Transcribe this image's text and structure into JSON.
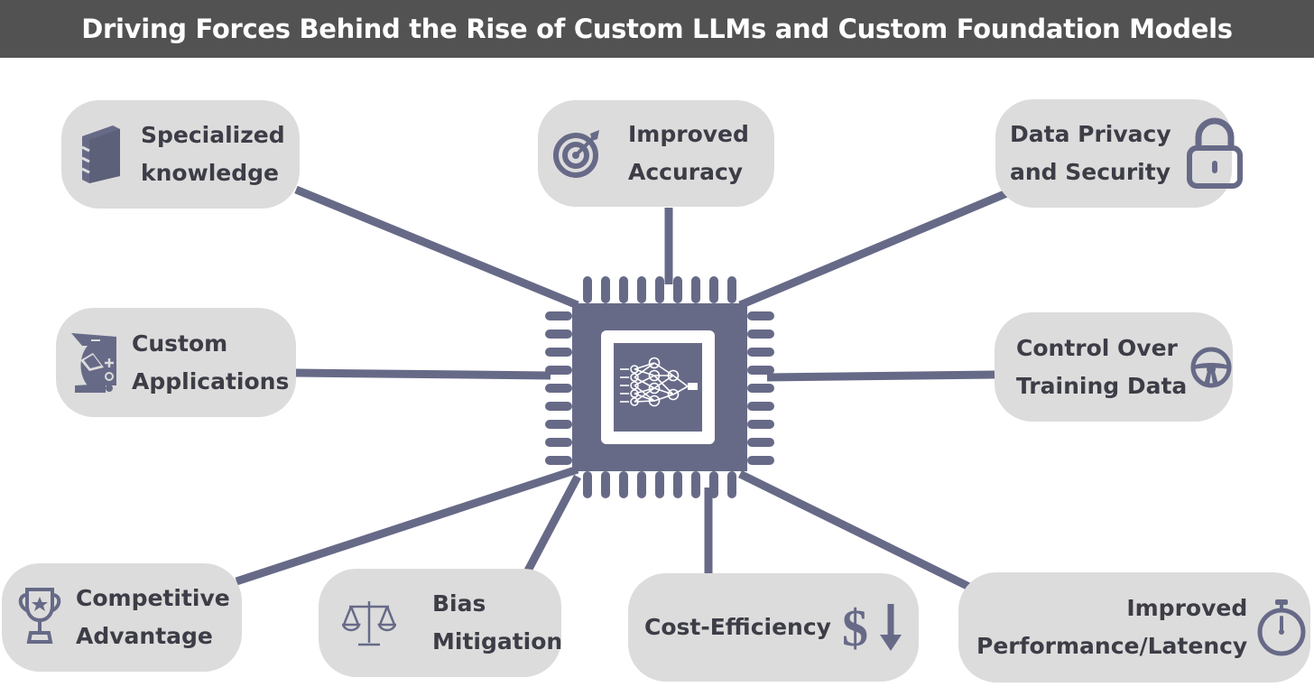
{
  "title": "Driving Forces Behind the Rise of Custom LLMs and Custom Foundation Models",
  "colors": {
    "header_bg": "#525252",
    "accent": "#676a87",
    "pill_bg": "#dcdcdc",
    "text": "#3d3d47"
  },
  "center_icon": "neural-network-chip-icon",
  "factors": [
    {
      "line1": "Specialized",
      "line2": "knowledge",
      "icon": "book-icon"
    },
    {
      "line1": "Improved",
      "line2": "Accuracy",
      "icon": "target-icon"
    },
    {
      "line1": "Data Privacy",
      "line2": "and Security",
      "icon": "lock-icon"
    },
    {
      "line1": "Custom",
      "line2": "Applications",
      "icon": "swiss-army-knife-icon"
    },
    {
      "line1": "Control Over",
      "line2": "Training Data",
      "icon": "steering-wheel-icon"
    },
    {
      "line1": "Competitive",
      "line2": "Advantage",
      "icon": "trophy-icon"
    },
    {
      "line1": "Bias",
      "line2": "Mitigation",
      "icon": "scales-icon"
    },
    {
      "line1": "Cost-Efficiency",
      "icon": "dollar-down-icon"
    },
    {
      "line1": "Improved",
      "line2": "Performance/Latency",
      "icon": "stopwatch-icon"
    }
  ]
}
